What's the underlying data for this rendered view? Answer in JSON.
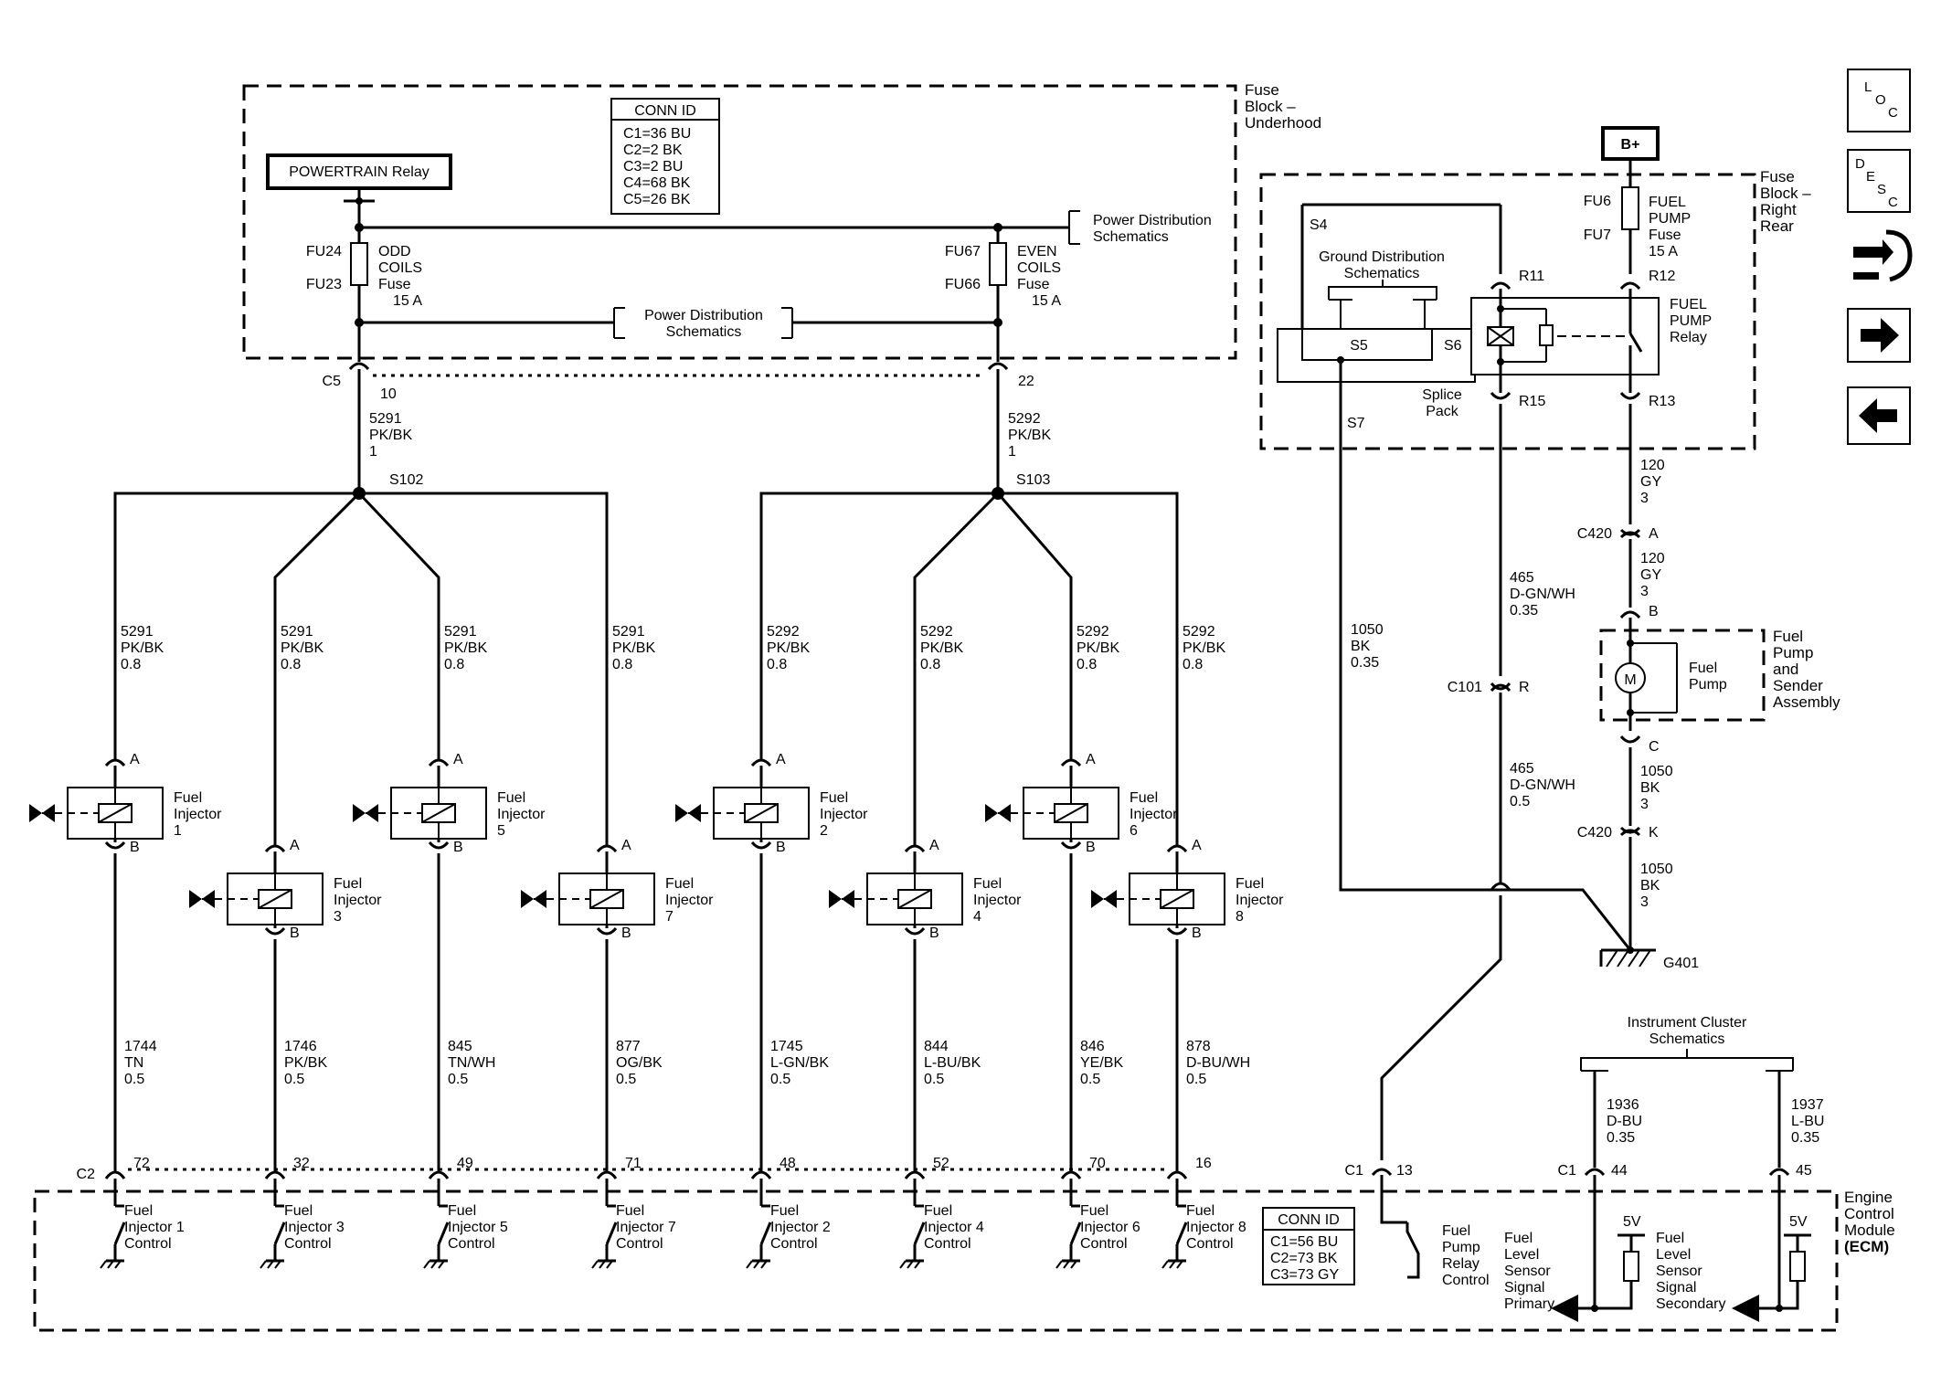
{
  "fuse_block_underhood": {
    "title_lines": [
      "Fuse",
      "Block –",
      "Underhood"
    ],
    "conn_id": {
      "title": "CONN ID",
      "rows": [
        "C1=36 BU",
        "C2=2 BK",
        "C3=2 BU",
        "C4=68 BK",
        "C5=26 BK"
      ]
    },
    "powertrain_relay": "POWERTRAIN Relay",
    "power_dist_right": [
      "Power Distribution",
      "Schematics"
    ],
    "power_dist_mid": [
      "Power Distribution",
      "Schematics"
    ],
    "fuse_odd": {
      "top": "FU24",
      "bottom": "FU23",
      "lines": [
        "ODD",
        "COILS",
        "Fuse",
        "15 A"
      ]
    },
    "fuse_even": {
      "top": "FU67",
      "bottom": "FU66",
      "lines": [
        "EVEN",
        "COILS",
        "Fuse",
        "15 A"
      ]
    },
    "c5": "C5",
    "c5_pin_left": "10",
    "c5_pin_right": "22"
  },
  "feeds": {
    "left": {
      "lines": [
        "5291",
        "PK/BK",
        "1"
      ],
      "splice": "S102"
    },
    "right": {
      "lines": [
        "5292",
        "PK/BK",
        "1"
      ],
      "splice": "S103"
    }
  },
  "branch_wires": [
    [
      "5291",
      "PK/BK",
      "0.8"
    ],
    [
      "5291",
      "PK/BK",
      "0.8"
    ],
    [
      "5291",
      "PK/BK",
      "0.8"
    ],
    [
      "5291",
      "PK/BK",
      "0.8"
    ],
    [
      "5292",
      "PK/BK",
      "0.8"
    ],
    [
      "5292",
      "PK/BK",
      "0.8"
    ],
    [
      "5292",
      "PK/BK",
      "0.8"
    ],
    [
      "5292",
      "PK/BK",
      "0.8"
    ]
  ],
  "injectors": [
    {
      "label": [
        "Fuel",
        "Injector",
        "1"
      ],
      "pin_a": "A",
      "pin_b": "B"
    },
    {
      "label": [
        "Fuel",
        "Injector",
        "3"
      ],
      "pin_a": "A",
      "pin_b": "B"
    },
    {
      "label": [
        "Fuel",
        "Injector",
        "5"
      ],
      "pin_a": "A",
      "pin_b": "B"
    },
    {
      "label": [
        "Fuel",
        "Injector",
        "7"
      ],
      "pin_a": "A",
      "pin_b": "B"
    },
    {
      "label": [
        "Fuel",
        "Injector",
        "2"
      ],
      "pin_a": "A",
      "pin_b": "B"
    },
    {
      "label": [
        "Fuel",
        "Injector",
        "4"
      ],
      "pin_a": "A",
      "pin_b": "B"
    },
    {
      "label": [
        "Fuel",
        "Injector",
        "6"
      ],
      "pin_a": "A",
      "pin_b": "B"
    },
    {
      "label": [
        "Fuel",
        "Injector",
        "8"
      ],
      "pin_a": "A",
      "pin_b": "B"
    }
  ],
  "control_wires": [
    [
      "1744",
      "TN",
      "0.5"
    ],
    [
      "1746",
      "PK/BK",
      "0.5"
    ],
    [
      "845",
      "TN/WH",
      "0.5"
    ],
    [
      "877",
      "OG/BK",
      "0.5"
    ],
    [
      "1745",
      "L-GN/BK",
      "0.5"
    ],
    [
      "844",
      "L-BU/BK",
      "0.5"
    ],
    [
      "846",
      "YE/BK",
      "0.5"
    ],
    [
      "878",
      "D-BU/WH",
      "0.5"
    ]
  ],
  "c2": {
    "label": "C2",
    "pins": [
      "72",
      "32",
      "49",
      "71",
      "48",
      "52",
      "70",
      "16"
    ]
  },
  "ecm": {
    "title_lines": [
      "Engine",
      "Control",
      "Module",
      "(ECM)"
    ],
    "controls": [
      [
        "Fuel",
        "Injector 1",
        "Control"
      ],
      [
        "Fuel",
        "Injector 3",
        "Control"
      ],
      [
        "Fuel",
        "Injector 5",
        "Control"
      ],
      [
        "Fuel",
        "Injector 7",
        "Control"
      ],
      [
        "Fuel",
        "Injector 2",
        "Control"
      ],
      [
        "Fuel",
        "Injector 4",
        "Control"
      ],
      [
        "Fuel",
        "Injector 6",
        "Control"
      ],
      [
        "Fuel",
        "Injector 8",
        "Control"
      ]
    ],
    "conn_id": {
      "title": "CONN ID",
      "rows": [
        "C1=56 BU",
        "C2=73 BK",
        "C3=73 GY"
      ]
    },
    "relay_control": [
      "Fuel",
      "Pump",
      "Relay",
      "Control"
    ],
    "c1_relay": "C1",
    "c1_relay_pin": "13",
    "c1_sensor": "C1",
    "sensor_pin_primary": "44",
    "sensor_pin_secondary": "45",
    "primary": {
      "v": "5V",
      "lines": [
        "Fuel",
        "Level",
        "Sensor",
        "Signal",
        "Primary"
      ]
    },
    "secondary": {
      "v": "5V",
      "lines": [
        "Fuel",
        "Level",
        "Sensor",
        "Signal",
        "Secondary"
      ]
    }
  },
  "fuse_block_rear": {
    "title_lines": [
      "Fuse",
      "Block –",
      "Right",
      "Rear"
    ],
    "bplus": "B+",
    "fuel_pump_fuse": {
      "top": "FU6",
      "bottom": "FU7",
      "lines": [
        "FUEL",
        "PUMP",
        "Fuse",
        "15 A"
      ]
    },
    "s4": "S4",
    "ground_dist": [
      "Ground Distribution",
      "Schematics"
    ],
    "s5": "S5",
    "s6": "S6",
    "splice_pack": [
      "Splice",
      "Pack"
    ],
    "s7": "S7",
    "r11": "R11",
    "r12": "R12",
    "r13": "R13",
    "r15": "R15",
    "relay_label": [
      "FUEL",
      "PUMP",
      "Relay"
    ]
  },
  "pump_circuit": {
    "wire_120a": [
      "120",
      "GY",
      "3"
    ],
    "c420_top": "C420",
    "c420_top_pin": "A",
    "wire_120b": [
      "120",
      "GY",
      "3"
    ],
    "pin_b": "B",
    "assembly": [
      "Fuel",
      "Pump",
      "and",
      "Sender",
      "Assembly"
    ],
    "pump": [
      "Fuel",
      "Pump"
    ],
    "motor": "M",
    "pin_c": "C",
    "wire_1050a": [
      "1050",
      "BK",
      "3"
    ],
    "c420_bottom": "C420",
    "c420_bottom_pin": "K",
    "wire_1050b": [
      "1050",
      "BK",
      "3"
    ],
    "ground": "G401",
    "wire_465a": [
      "465",
      "D-GN/WH",
      "0.35"
    ],
    "c101": "C101",
    "c101_pin": "R",
    "wire_465b": [
      "465",
      "D-GN/WH",
      "0.5"
    ],
    "wire_s7": [
      "1050",
      "BK",
      "0.35"
    ]
  },
  "instrument_cluster": {
    "title": [
      "Instrument Cluster",
      "Schematics"
    ],
    "wire_primary": [
      "1936",
      "D-BU",
      "0.35"
    ],
    "wire_secondary": [
      "1937",
      "L-BU",
      "0.35"
    ]
  },
  "nav": {
    "loc": [
      "L",
      "O",
      "C"
    ],
    "desc": [
      "D",
      "E",
      "S",
      "C"
    ]
  }
}
